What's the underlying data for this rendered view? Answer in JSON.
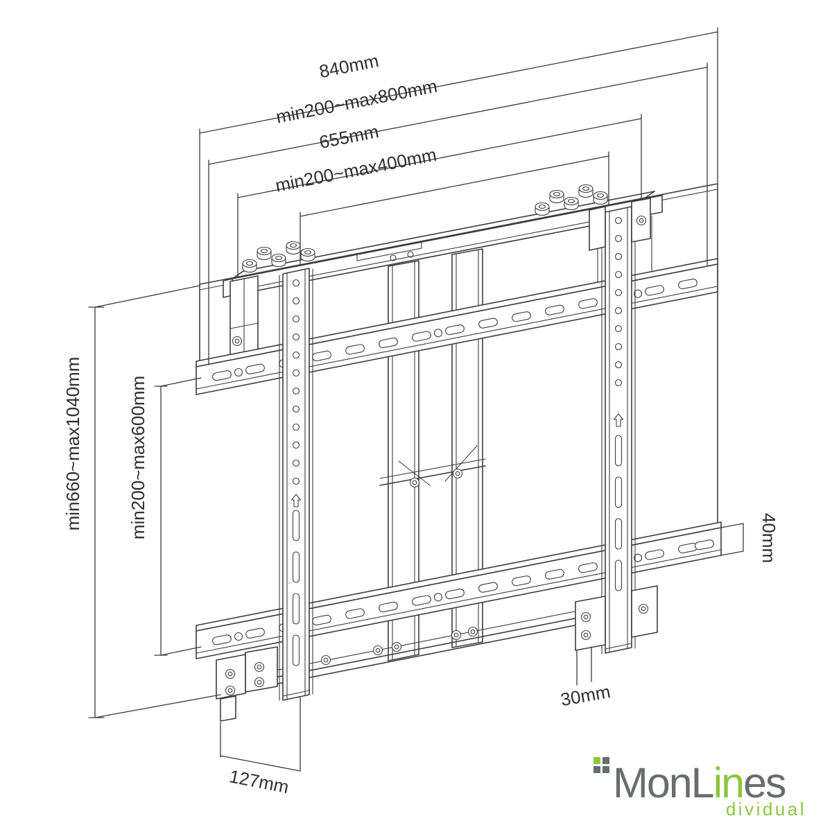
{
  "canvas": {
    "background": "#ffffff",
    "line_color": "#3c3c3c",
    "label_color": "#2f2f2f"
  },
  "dimensions": {
    "width_overall": "840mm",
    "width_wall_pattern": "min200~max800mm",
    "width_inner": "655mm",
    "width_vesa": "min200~max400mm",
    "height_overall": "min660~max1040mm",
    "height_vesa": "min200~max600mm",
    "rail_height": "40mm",
    "bottom_offset": "30mm",
    "depth": "127mm"
  },
  "logo": {
    "part1": "MonL",
    "accent": "in",
    "part2": "es",
    "subtitle": "dividual",
    "gray": "#696b6d",
    "green": "#8dc63f"
  }
}
